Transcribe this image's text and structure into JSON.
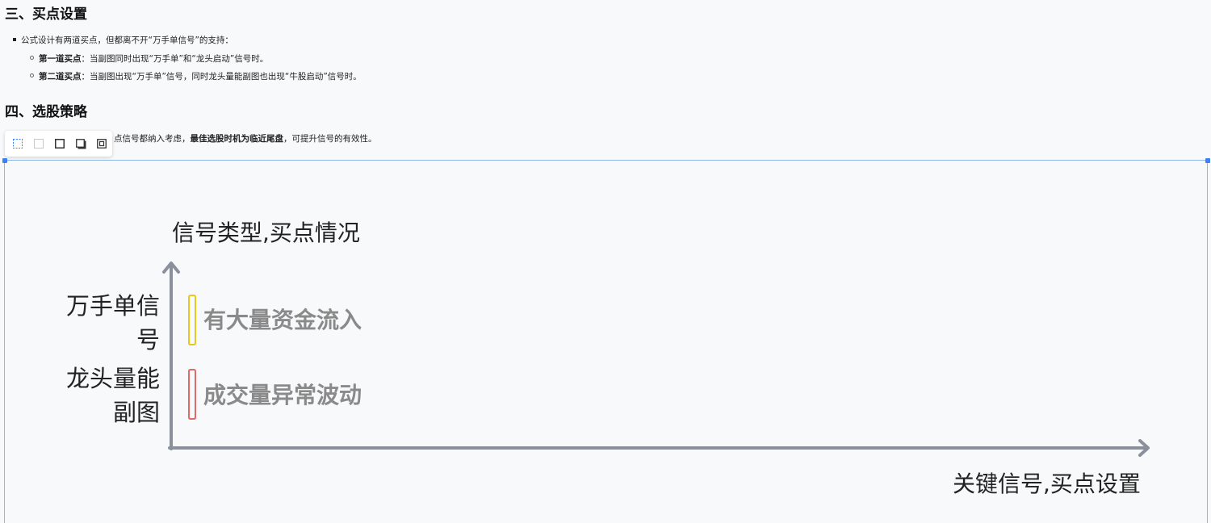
{
  "section3": {
    "heading": "三、买点设置",
    "intro": "公式设计有两道买点，但都离不开“万手单信号”的支持：",
    "item1_bold": "第一道买点",
    "item1_text": "：当副图同时出现“万手单”和“龙头启动”信号时。",
    "item2_bold": "第二道买点",
    "item2_text": "：当副图出现“万手单”信号，同时龙头量能副图也出现“牛股启动”信号时。"
  },
  "section4": {
    "heading": "四、选股策略",
    "line_partial": "点信号都纳入考虑，",
    "line_bold": "最佳选股时机为临近尾盘",
    "line_tail": "，可提升信号的有效性。"
  },
  "toolbar": {
    "icons": [
      "select-dashed-icon",
      "box-light-icon",
      "box-solid-icon",
      "box-shadow-icon",
      "box-inset-icon"
    ]
  },
  "diagram": {
    "y_axis_title": "信号类型,买点情况",
    "x_axis_title": "关键信号,买点设置",
    "rows": [
      {
        "label_line1": "万手单信",
        "label_line2": "号",
        "text": "有大量资金流入",
        "color": "#e8c81e"
      },
      {
        "label_line1": "龙头量能",
        "label_line2": "副图",
        "text": "成交量异常波动",
        "color": "#e06a6a"
      }
    ],
    "axis_color": "#8a919c"
  }
}
